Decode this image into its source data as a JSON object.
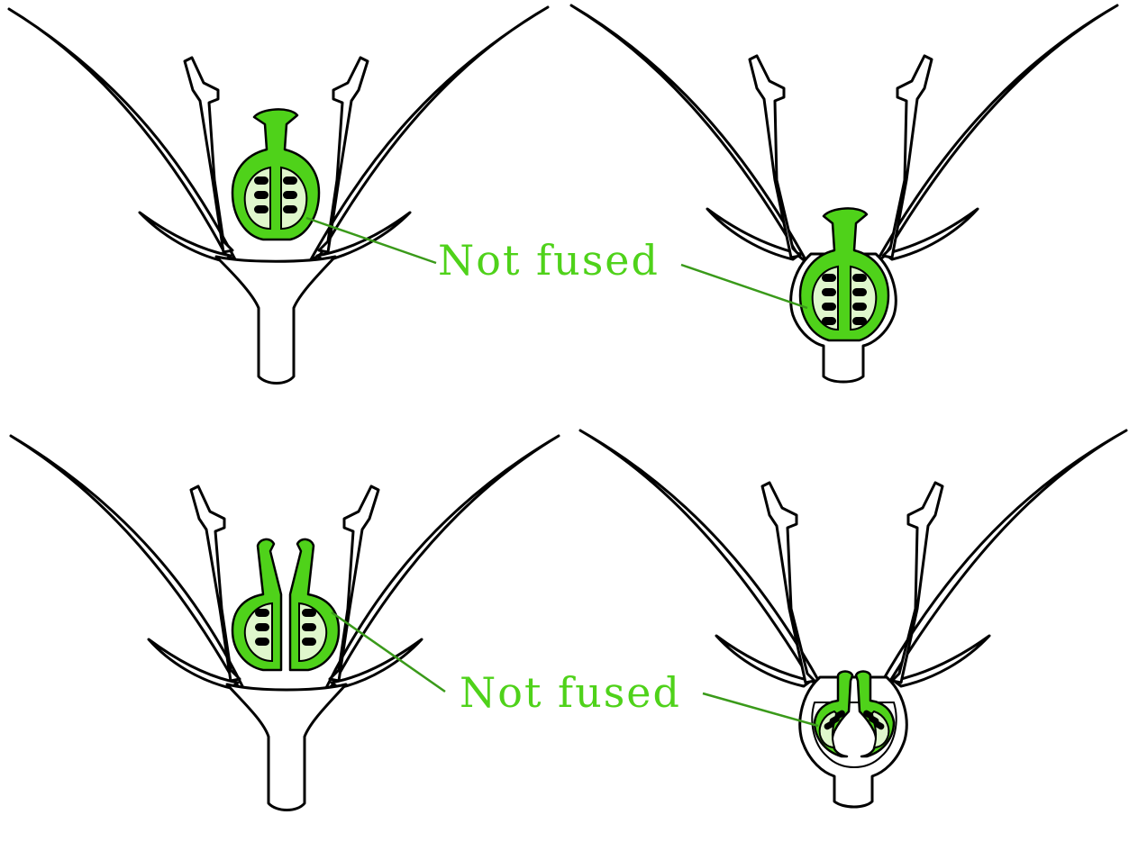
{
  "colors": {
    "carpel_green": "#4fd21a",
    "locule_fill": "#dff7cc",
    "ovule": "#000000",
    "outline": "#000000",
    "leader_line": "#3a9a1a"
  },
  "panels": [
    {
      "id": "top-left",
      "ovary_position": "superior",
      "carpels": "fused",
      "label": "Not fused"
    },
    {
      "id": "top-right",
      "ovary_position": "inferior",
      "carpels": "fused",
      "label": "Not fused"
    },
    {
      "id": "bottom-left",
      "ovary_position": "superior",
      "carpels": "separate",
      "label": "Not fused"
    },
    {
      "id": "bottom-right",
      "ovary_position": "inferior",
      "carpels": "separate",
      "label": "Not fused"
    }
  ]
}
